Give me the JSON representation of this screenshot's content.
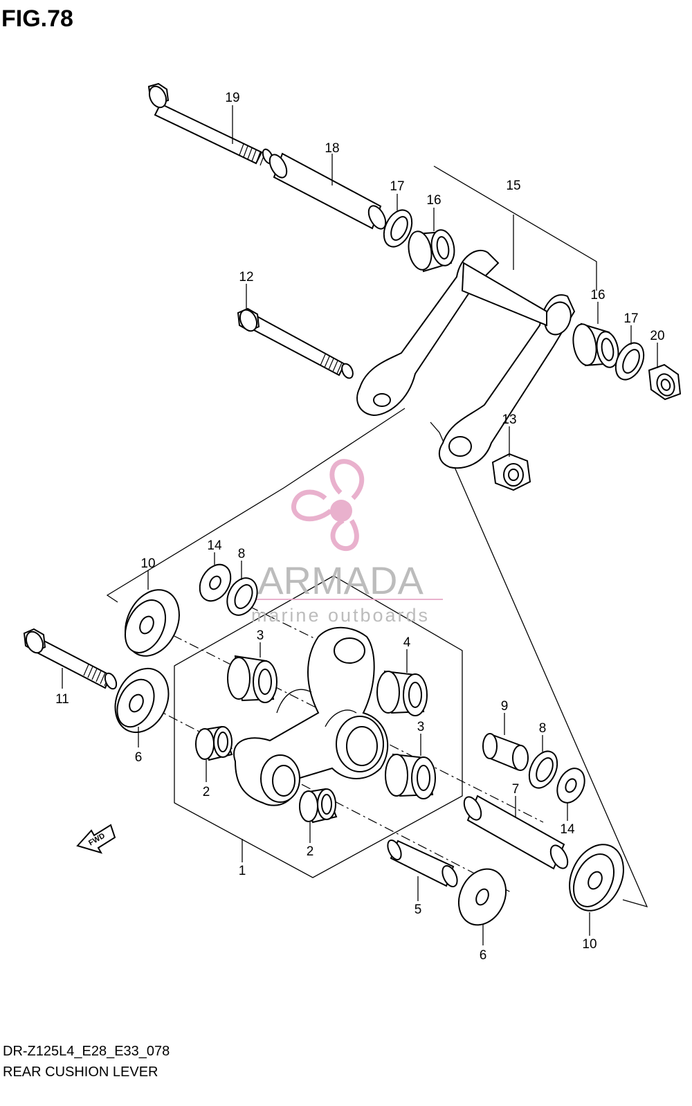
{
  "figure": {
    "title": "FIG.78",
    "model_code": "DR-Z125L4_E28_E33_078",
    "caption": "REAR CUSHION LEVER"
  },
  "watermark": {
    "brand": "ARMADA",
    "tagline": "marine outboards",
    "icon": "propeller-logo-icon",
    "color": "#e7a9c8"
  },
  "direction_marker": {
    "label": "FWD"
  },
  "callouts": [
    {
      "id": "c19",
      "label": "19"
    },
    {
      "id": "c18",
      "label": "18"
    },
    {
      "id": "c17a",
      "label": "17"
    },
    {
      "id": "c16a",
      "label": "16"
    },
    {
      "id": "c15",
      "label": "15"
    },
    {
      "id": "c16b",
      "label": "16"
    },
    {
      "id": "c17b",
      "label": "17"
    },
    {
      "id": "c20",
      "label": "20"
    },
    {
      "id": "c12",
      "label": "12"
    },
    {
      "id": "c13",
      "label": "13"
    },
    {
      "id": "c14a",
      "label": "14"
    },
    {
      "id": "c8a",
      "label": "8"
    },
    {
      "id": "c10a",
      "label": "10"
    },
    {
      "id": "c3a",
      "label": "3"
    },
    {
      "id": "c4",
      "label": "4"
    },
    {
      "id": "c11",
      "label": "11"
    },
    {
      "id": "c6a",
      "label": "6"
    },
    {
      "id": "c2a",
      "label": "2"
    },
    {
      "id": "c3b",
      "label": "3"
    },
    {
      "id": "c9",
      "label": "9"
    },
    {
      "id": "c8b",
      "label": "8"
    },
    {
      "id": "c7",
      "label": "7"
    },
    {
      "id": "c14b",
      "label": "14"
    },
    {
      "id": "c2b",
      "label": "2"
    },
    {
      "id": "c1",
      "label": "1"
    },
    {
      "id": "c5",
      "label": "5"
    },
    {
      "id": "c6b",
      "label": "6"
    },
    {
      "id": "c10b",
      "label": "10"
    }
  ]
}
